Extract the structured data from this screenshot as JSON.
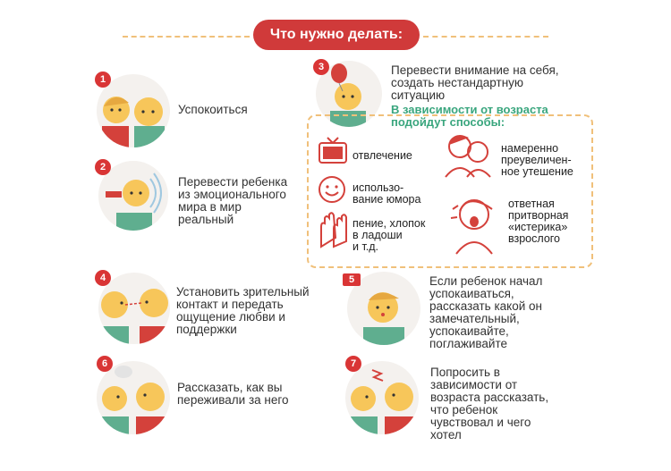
{
  "title": "Что нужно делать:",
  "steps": [
    {
      "num": "1",
      "text": "Успокоиться"
    },
    {
      "num": "2",
      "lines": [
        "Перевести ребенка",
        "из эмоционального",
        "мира в мир",
        "реальный"
      ]
    },
    {
      "num": "3",
      "lines": [
        "Перевести внимание на себя,",
        "создать нестандартную",
        "ситуацию"
      ]
    },
    {
      "num": "4",
      "lines": [
        "Установить зрительный",
        "контакт и передать",
        "ощущение любви и",
        "поддержки"
      ]
    },
    {
      "num": "5",
      "lines": [
        "Если ребенок начал",
        "успокаиваться,",
        "рассказать какой он",
        "замечательный,",
        "успокаивайте,",
        "поглаживайте"
      ]
    },
    {
      "num": "6",
      "lines": [
        "Рассказать, как вы",
        "переживали за него"
      ]
    },
    {
      "num": "7",
      "lines": [
        "Попросить в",
        "зависимости от",
        "возраста рассказать,",
        "что ребенок",
        "чувствовал и чего",
        "хотел"
      ]
    }
  ],
  "methods_heading": [
    "В зависимости от возраста",
    "подойдут способы:"
  ],
  "methods": [
    {
      "icon": "tv-icon",
      "lines": [
        "отвлечение"
      ]
    },
    {
      "icon": "smile-face-icon",
      "lines": [
        "использо-",
        "вание юмора"
      ]
    },
    {
      "icon": "clapping-hands-icon",
      "lines": [
        "пение, хлопок",
        "в ладоши",
        "и т.д."
      ]
    },
    {
      "icon": "comforting-people-icon",
      "lines": [
        "намеренно",
        "преувеличен-",
        "ное утешение"
      ]
    },
    {
      "icon": "screaming-adult-icon",
      "lines": [
        "ответная",
        "притворная",
        "«истерика»",
        "взрослого"
      ]
    }
  ],
  "colors": {
    "accent": "#d03a3a",
    "dash": "#f0c07a",
    "green": "#3aa67e",
    "skin": "#f7c65a",
    "shirt": "#5fae8f",
    "shirt_red": "#d4413b"
  }
}
